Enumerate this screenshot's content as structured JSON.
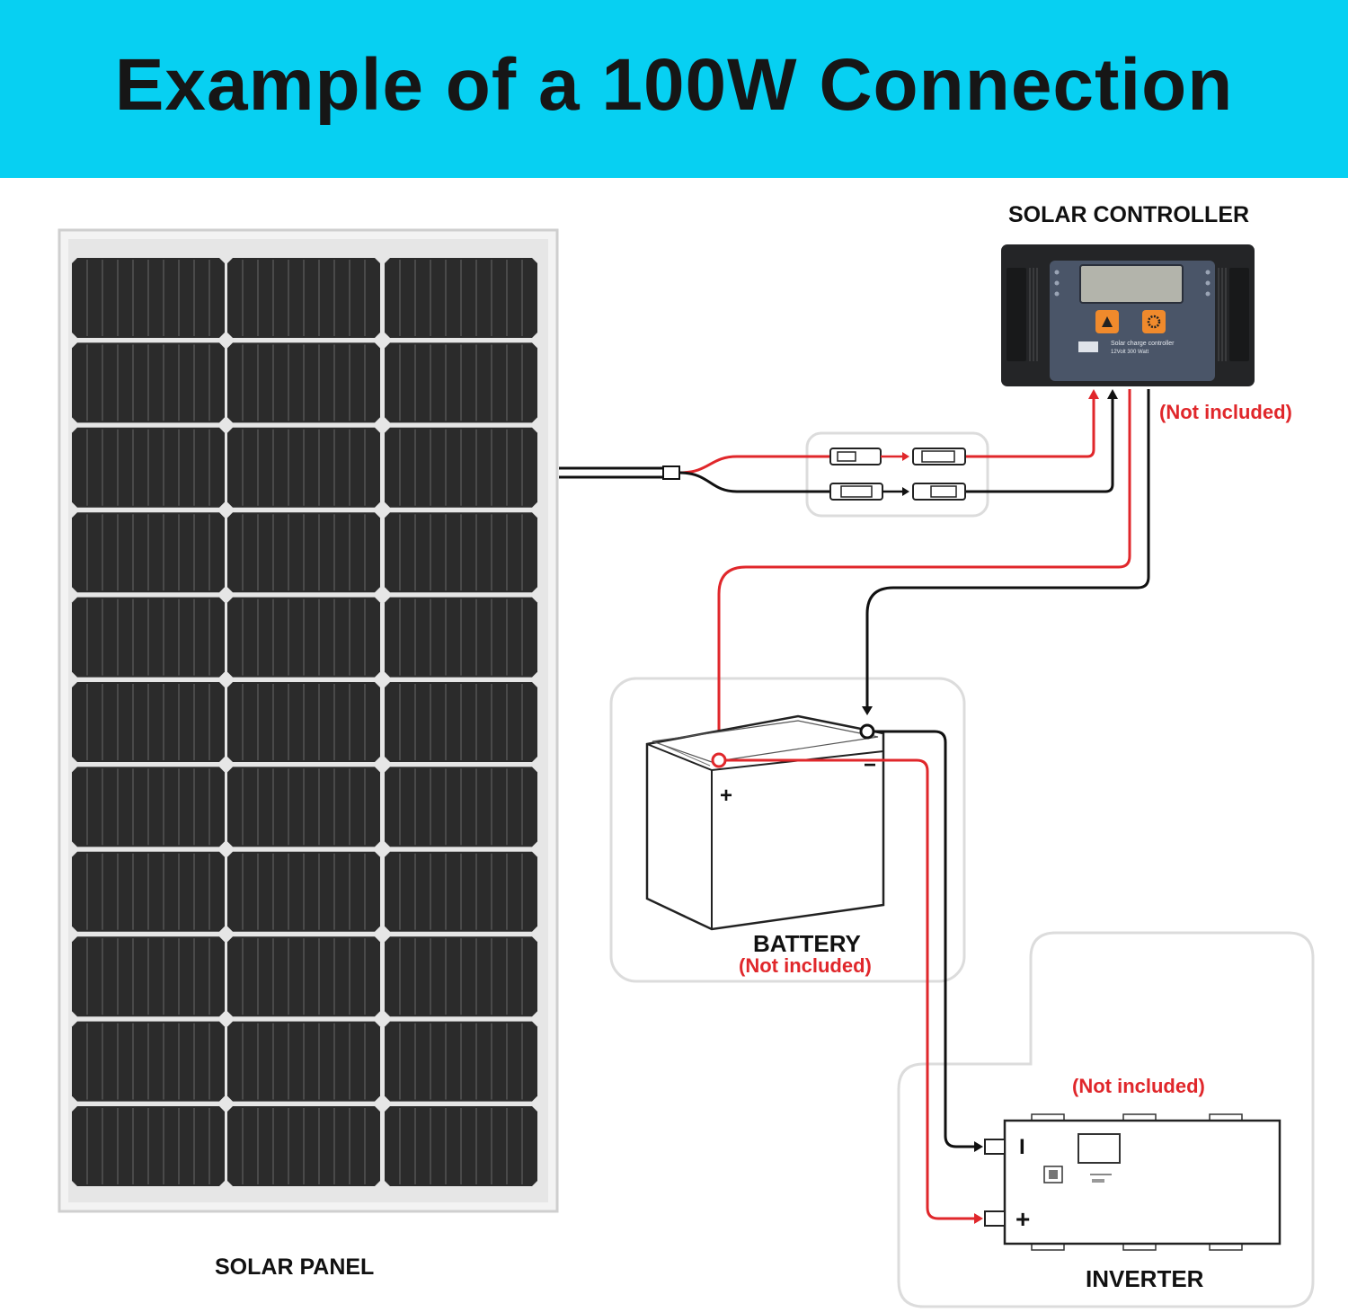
{
  "title": "Example of a 100W Connection",
  "labels": {
    "solar_panel": "SOLAR PANEL",
    "solar_controller": "SOLAR CONTROLLER",
    "battery": "BATTERY",
    "inverter": "INVERTER",
    "not_included_controller": "(Not included)",
    "not_included_battery": "(Not included)",
    "not_included_inverter": "(Not included)"
  },
  "controller_screen": {
    "line1": "Solar charge controller",
    "line2": "12Volt  300 Watt"
  },
  "battery_terminals": {
    "positive": "+",
    "negative": "−"
  },
  "inverter_terminals": {
    "negative": "I",
    "positive": "+"
  },
  "colors": {
    "banner": "#07d0f2",
    "positive_wire": "#e0272b",
    "negative_wire": "#111111",
    "panel_cell": "#2b2b2b"
  }
}
